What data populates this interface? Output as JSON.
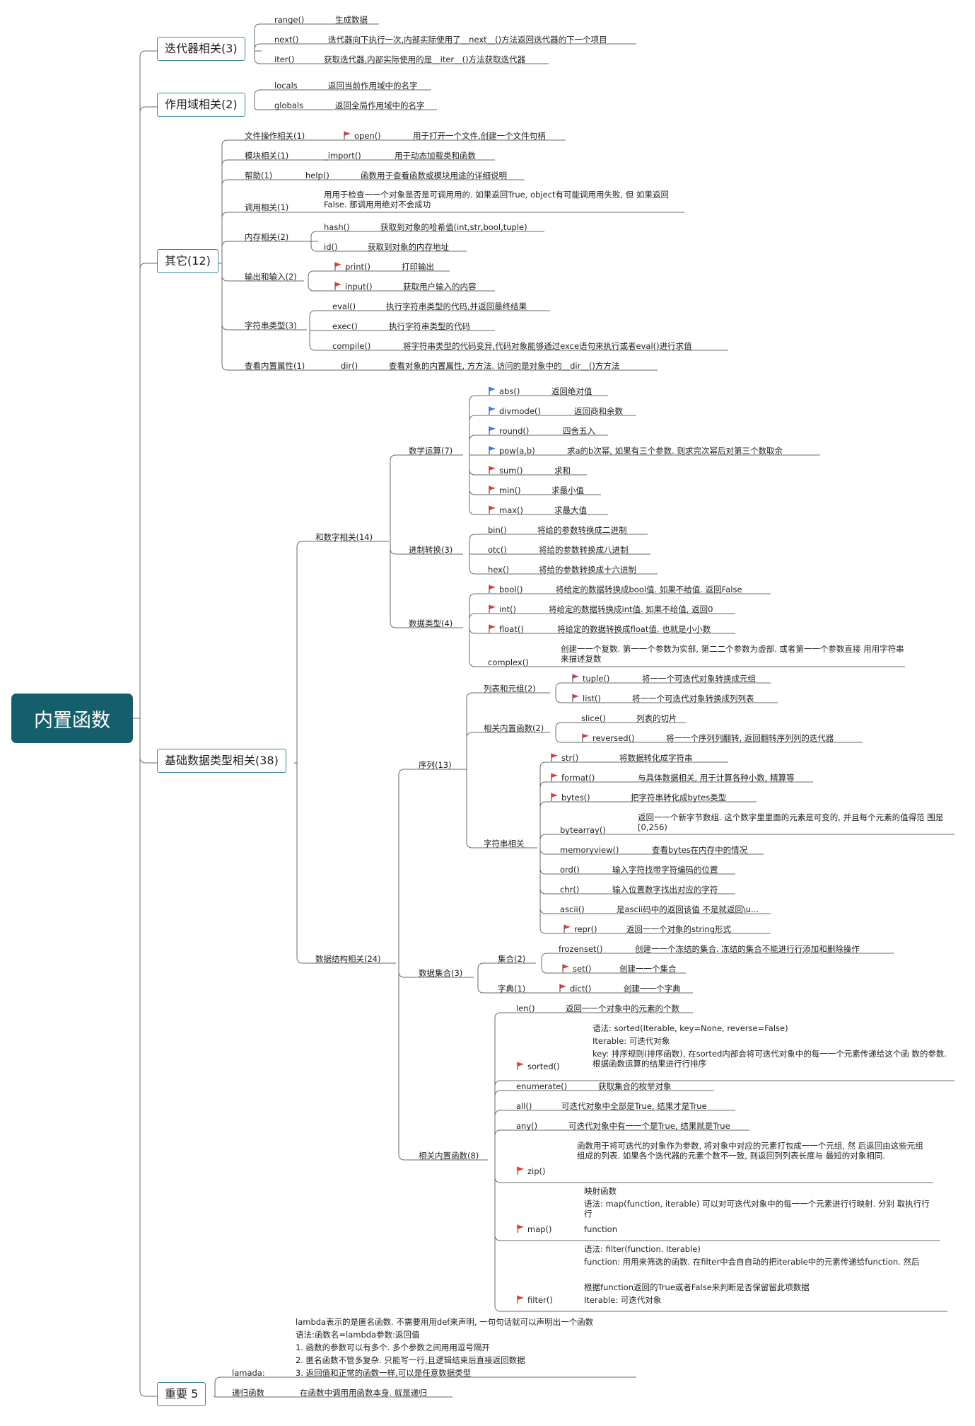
{
  "root": {
    "label": "内置函数"
  },
  "branches": {
    "iterator": {
      "label": "迭代器相关(3)"
    },
    "scope": {
      "label": "作用域相关(2)"
    },
    "other": {
      "label": "其它(12)"
    },
    "basic": {
      "label": "基础数据类型相关(38)"
    },
    "important": {
      "label": "重要 5"
    }
  },
  "iterator": {
    "range": {
      "name": "range()",
      "desc": "生成数据"
    },
    "next": {
      "name": "next()",
      "desc": "迭代器向下执行一次,内部实际使用了__next__()方法返回迭代器的下一个项目"
    },
    "iter": {
      "name": "iter()",
      "desc": "获取迭代器,内部实际使用的是__iter__()方法获取迭代器"
    }
  },
  "scope": {
    "locals": {
      "name": "locals",
      "desc": "返回当前作用域中的名字"
    },
    "globals": {
      "name": "globals",
      "desc": "返回全局作用域中的名字"
    }
  },
  "other": {
    "file": {
      "cat": "文件操作相关(1)",
      "name": "open()",
      "desc": "用于打开一个文件,创建一个文件句柄"
    },
    "module": {
      "cat": "模块相关(1)",
      "name": "_import()",
      "desc": "用于动态加载类和函数"
    },
    "help": {
      "cat": "帮助(1)",
      "name": "help()",
      "desc": "函数用于查看函数或模块用途的详细说明"
    },
    "call": {
      "cat": "调用相关(1)",
      "desc": "用用于检查一一个对象是否是可调用用的. 如果返回True, object有可能调用用失败, 但 如果返回False. 那调用用绝对不会成功"
    },
    "memory": {
      "cat": "内存相关(2)",
      "hash_name": "hash()",
      "hash_desc": "获取到对象的哈希值(int,str,bool,tuple)",
      "id_name": "id()",
      "id_desc": "获取到对象的内存地址"
    },
    "io": {
      "cat": "输出和输入(2)",
      "print_name": "print()",
      "print_desc": "打印输出",
      "input_name": "input()",
      "input_desc": "获取用户输入的内容"
    },
    "str": {
      "cat": "字符串类型(3)",
      "eval_name": "eval()",
      "eval_desc": "执行字符串类型的代码,并返回最终结果",
      "exec_name": "exec()",
      "exec_desc": "执行字符串类型的代码",
      "compile_name": "compile()",
      "compile_desc": "将字符串类型的代码变异,代码对象能够通过exce语句来执行或者eval()进行求值"
    },
    "attr": {
      "cat": "查看内置属性(1)",
      "name": "dir()",
      "desc": "查看对象的内置属性, 方方法. 访问的是对象中的__dir__()方方法"
    }
  },
  "numbers": {
    "label": "和数字相关(14)",
    "math": {
      "label": "数学运算(7)",
      "abs": {
        "name": "abs()",
        "desc": "返回绝对值"
      },
      "divmod": {
        "name": "divmode()",
        "desc": "返回商和余数"
      },
      "round": {
        "name": "round()",
        "desc": "四舍五入"
      },
      "pow": {
        "name": "pow(a,b)",
        "desc": "求a的b次幂, 如果有三个参数. 则求完次幂后对第三个数取余"
      },
      "sum": {
        "name": "sum()",
        "desc": "求和"
      },
      "min": {
        "name": "min()",
        "desc": "求最小值"
      },
      "max": {
        "name": "max()",
        "desc": "求最大值"
      }
    },
    "base": {
      "label": "进制转换(3)",
      "bin": {
        "name": "bin()",
        "desc": "将给的参数转换成二进制"
      },
      "oct": {
        "name": "otc()",
        "desc": "将给的参数转换成八进制"
      },
      "hex": {
        "name": "hex()",
        "desc": "将给的参数转换成十六进制"
      }
    },
    "types": {
      "label": "数据类型(4)",
      "bool": {
        "name": "bool()",
        "desc": "将给定的数据转换成bool值. 如果不给值. 返回False"
      },
      "int": {
        "name": "int()",
        "desc": "将给定的数据转换成int值. 如果不给值, 返回0"
      },
      "float": {
        "name": "float()",
        "desc": "将给定的数据转换成float值. 也就是小小数"
      },
      "complex": {
        "name": "complex()",
        "desc": "创建一一个复数. 第一一个参数为实部, 第二二个参数为虚部. 或者第一一个参数直接 用用字符串来描述复数"
      }
    }
  },
  "structures": {
    "label": "数据结构相关(24)",
    "seq": {
      "label": "序列(13)",
      "lt": {
        "label": "列表和元组(2)",
        "tuple": {
          "name": "tuple()",
          "desc": "将一一个可迭代对象转换成元组"
        },
        "list": {
          "name": "list()",
          "desc": "将一一个可迭代对象转换成列列表"
        }
      },
      "rel": {
        "label": "相关内置函数(2)",
        "slice": {
          "name": "slice()",
          "desc": "列表的切片"
        },
        "reversed": {
          "name": "reversed()",
          "desc": "将一一个序列列翻转, 返回翻转序列列的迭代器"
        }
      },
      "strs": {
        "label": "字符串相关",
        "str": {
          "name": "str()",
          "desc": "将数据转化成字符串"
        },
        "format": {
          "name": "format()",
          "desc": "与具体数据相关, 用于计算各种小数, 精算等"
        },
        "bytes": {
          "name": "bytes()",
          "desc": "把字符串转化成bytes类型"
        },
        "bytearray": {
          "name": "bytearray()",
          "desc": "返回一一个新字节数组. 这个数字里里面的元素是可变的, 并且每个元素的值得范 围是[0,256)"
        },
        "memoryview": {
          "name": "memoryview()",
          "desc": "查看bytes在内存中的情况"
        },
        "ord": {
          "name": "ord()",
          "desc": "输入字符找带字符编码的位置"
        },
        "chr": {
          "name": "chr()",
          "desc": "输入位置数字找出对应的字符"
        },
        "ascii": {
          "name": "ascii()",
          "desc": "是ascii码中的返回该值 不是就返回\\u..."
        },
        "repr": {
          "name": "repr()",
          "desc": "返回一一个对象的string形式"
        }
      }
    },
    "sets": {
      "label": "数据集合(3)",
      "set_cat": "集合(2)",
      "frozenset": {
        "name": "frozenset()",
        "desc": "创建一一个冻结的集合. 冻结的集合不能进行行添加和删除操作"
      },
      "set": {
        "name": "set()",
        "desc": "创建一一个集合"
      },
      "dict_cat": "字典(1)",
      "dict": {
        "name": "dict()",
        "desc": "创建一一个字典"
      }
    },
    "funcs": {
      "label": "相关内置函数(8)",
      "len": {
        "name": "len()",
        "desc": "返回一一个对象中的元素的个数"
      },
      "sorted": {
        "name": "sorted()",
        "desc1": "语法: sorted(Iterable, key=None, reverse=False)",
        "desc2": "Iterable: 可迭代对象",
        "desc3": "key: 排序规则(排序函数), 在sorted内部会将可迭代对象中的每一一个元素传递给这个函 数的参数. 根据函数运算的结果进行行排序"
      },
      "enumerate": {
        "name": "enumerate()",
        "desc": "获取集合的枚举对象"
      },
      "all": {
        "name": "all()",
        "desc": "可迭代对象中全部是True, 结果才是True"
      },
      "any": {
        "name": "any()",
        "desc": "可迭代对象中有一一个是True, 结果就是True"
      },
      "zip": {
        "name": "zip()",
        "desc": "函数用于将可迭代的对象作为参数, 将对象中对应的元素打包成一一个元组, 然 后返回由这些元组组成的列表. 如果各个迭代器的元素个数不一致, 则返回列列表长度与 最短的对象相同."
      },
      "map": {
        "name": "map()",
        "desc1": "映射函数",
        "desc2": "语法: map(function, iterable) 可以对可迭代对象中的每一一个元素进行行映射. 分别 取执行行行",
        "desc3": "function"
      },
      "filter": {
        "name": "filter()",
        "desc1": "语法: filter(function. Iterable)",
        "desc2": "function: 用用来筛选的函数. 在filter中会自自动的把iterable中的元素传递给function. 然后",
        "desc3": "根据function返回的True或者False来判断是否保留留此项数据",
        "desc4": "Iterable: 可迭代对象"
      }
    }
  },
  "important": {
    "lambda": {
      "name": "lamada:",
      "l1": "lambda表示的是匿名函数. 不需要用用def来声明, 一句句话就可以声明出一个函数",
      "l2": "语法:函数名=lambda参数:返回值",
      "l3": "1. 函数的参数可以有多个. 多个参数之间用用逗号隔开",
      "l4": "2. 匿名函数不管多复杂. 只能写一行,且逻辑结束后直接返回数据",
      "l5": "3. 返回值和正常的函数一样,可以是任意数据类型"
    },
    "recursion": {
      "name": "递归函数",
      "desc": "在函数中调用用函数本身. 就是递归"
    }
  },
  "colors": {
    "root": "#155e6b",
    "line": "#6a6a6a",
    "box_border": "#3d8b96",
    "flag_red": "#e23b3b",
    "flag_blue": "#3b7be2"
  }
}
